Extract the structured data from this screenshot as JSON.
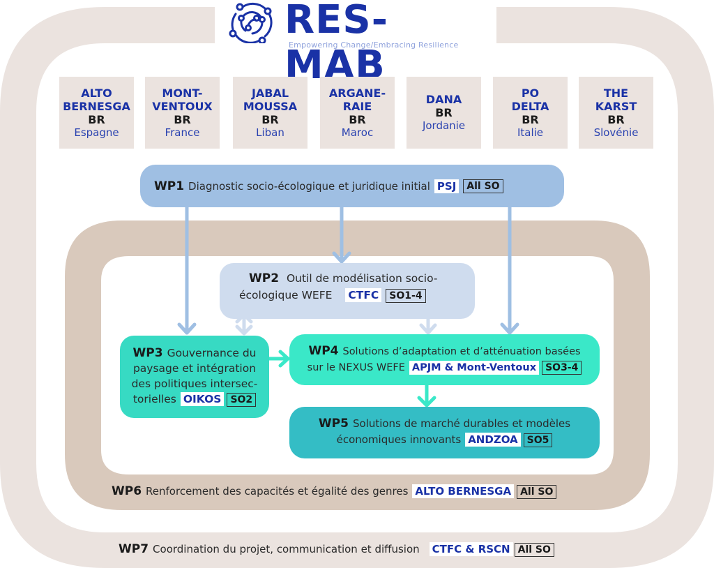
{
  "logo": {
    "icon": "network-circle-icon",
    "title": "RES-MAB",
    "tagline": "Empowering Change/Embracing Resilience"
  },
  "colors": {
    "brand_blue": "#1a32a6",
    "wp1": "#9fbfe3",
    "wp2": "#cfdcee",
    "wp3": "#37dac3",
    "wp4": "#3ae8c8",
    "wp5": "#34bdc5",
    "wp6_frame": "#d9c9bc",
    "wp7_frame": "#ebe3df"
  },
  "biosphere_reserves": [
    {
      "name": "ALTO\nBERNESGA",
      "type": "BR",
      "country": "Espagne"
    },
    {
      "name": "MONT-\nVENTOUX",
      "type": "BR",
      "country": "France"
    },
    {
      "name": "JABAL\nMOUSSA",
      "type": "BR",
      "country": "Liban"
    },
    {
      "name": "ARGANE-\nRAIE",
      "type": "BR",
      "country": "Maroc"
    },
    {
      "name": "DANA\n ",
      "type": "BR",
      "country": "Jordanie"
    },
    {
      "name": "PO\nDELTA",
      "type": "BR",
      "country": "Italie"
    },
    {
      "name": "THE\nKARST",
      "type": "BR",
      "country": "Slovénie"
    }
  ],
  "work_packages": {
    "wp1": {
      "id": "WP1",
      "title": "Diagnostic socio-écologique et juridique initial",
      "lead": "PSJ",
      "so": "All SO"
    },
    "wp2": {
      "id": "WP2",
      "title_line1": "Outil de modélisation socio-",
      "title_line2": "écologique WEFE",
      "lead": "CTFC",
      "so": "SO1-4"
    },
    "wp3": {
      "id": "WP3",
      "title_line1": "Gouvernance du",
      "title_line2": "paysage et intégration",
      "title_line3": "des politiques intersec-",
      "title_line4": "torielles",
      "lead": "OIKOS",
      "so": "SO2"
    },
    "wp4": {
      "id": "WP4",
      "title_line1": "Solutions d’adaptation et d’atténuation basées",
      "title_line2": "sur le NEXUS WEFE",
      "lead": "APJM & Mont-Ventoux",
      "so": "SO3-4"
    },
    "wp5": {
      "id": "WP5",
      "title_line1": "Solutions de marché durables et modèles",
      "title_line2": "économiques innovants",
      "lead": "ANDZOA",
      "so": "SO5"
    },
    "wp6": {
      "id": "WP6",
      "title": "Renforcement des capacités et égalité des genres",
      "lead": "ALTO BERNESGA",
      "so": "All SO"
    },
    "wp7": {
      "id": "WP7",
      "title": "Coordination du projet, communication et diffusion",
      "lead": "CTFC & RSCN",
      "so": "All SO"
    }
  },
  "connections": [
    {
      "from": "WP1",
      "to": "WP3",
      "type": "arrow"
    },
    {
      "from": "WP1",
      "to": "WP2",
      "type": "arrow"
    },
    {
      "from": "WP1",
      "to": "WP4",
      "type": "arrow"
    },
    {
      "from": "WP2",
      "to": "WP3",
      "type": "bidirectional"
    },
    {
      "from": "WP2",
      "to": "WP4",
      "type": "arrow"
    },
    {
      "from": "WP3",
      "to": "WP4",
      "type": "arrow"
    },
    {
      "from": "WP4",
      "to": "WP5",
      "type": "arrow"
    }
  ]
}
